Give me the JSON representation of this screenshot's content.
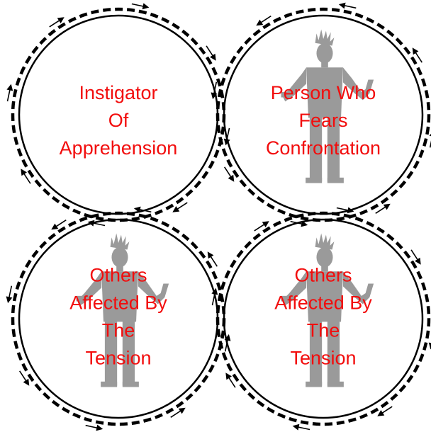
{
  "diagram": {
    "label_color": "#f20d0d",
    "figure_color": "#9a9a9a",
    "line_color": "#000000",
    "circles": [
      {
        "role": "instigator",
        "lines": [
          "Instigator",
          "Of",
          "Apprehension"
        ],
        "figure": false,
        "arrow_direction": "clockwise"
      },
      {
        "role": "fearful-person",
        "lines": [
          "Person Who",
          "Fears",
          "Confrontation"
        ],
        "figure": true,
        "arrow_direction": "counterclockwise"
      },
      {
        "role": "others-left",
        "lines": [
          "Others",
          "Affected By",
          "The",
          "Tension"
        ],
        "figure": true,
        "arrow_direction": "counterclockwise"
      },
      {
        "role": "others-right",
        "lines": [
          "Others",
          "Affected By",
          "The",
          "Tension"
        ],
        "figure": true,
        "arrow_direction": "clockwise"
      }
    ]
  }
}
